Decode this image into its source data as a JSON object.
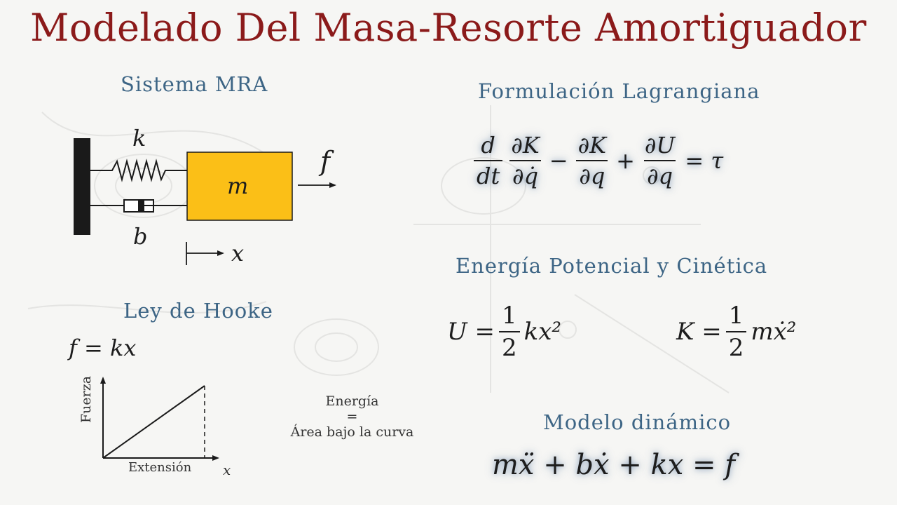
{
  "title": "Modelado Del Masa-Resorte Amortiguador",
  "sections": {
    "sistema": "Sistema MRA",
    "lagrange": "Formulación Lagrangiana",
    "energia": "Energía Potencial y Cinética",
    "hooke": "Ley de Hooke",
    "modelo": "Modelo dinámico"
  },
  "mra_diagram": {
    "spring_label": "k",
    "damper_label": "b",
    "mass_label": "m",
    "force_label": "f",
    "displacement_label": "x",
    "colors": {
      "mass": "#fbbf17",
      "wall": "#1a1a1a"
    }
  },
  "hooke": {
    "equation": "f = kx",
    "y_axis_label": "Fuerza",
    "x_axis_label": "Extensión",
    "x_axis_var": "x",
    "note_line1": "Energía",
    "note_line2": "=",
    "note_line3": "Área bajo la curva"
  },
  "lagrange_eq": {
    "d": "d",
    "dt": "dt",
    "dK": "∂K",
    "dqdot": "∂q̇",
    "minus": "−",
    "dq": "∂q",
    "plus": "+",
    "dU": "∂U",
    "equals_tau": "= τ"
  },
  "energy": {
    "U_left": "U =",
    "one": "1",
    "two": "2",
    "U_right": "kx²",
    "K_left": "K =",
    "K_right": "mẋ²"
  },
  "modelo_eq": "mẍ + bẋ + kx = f"
}
